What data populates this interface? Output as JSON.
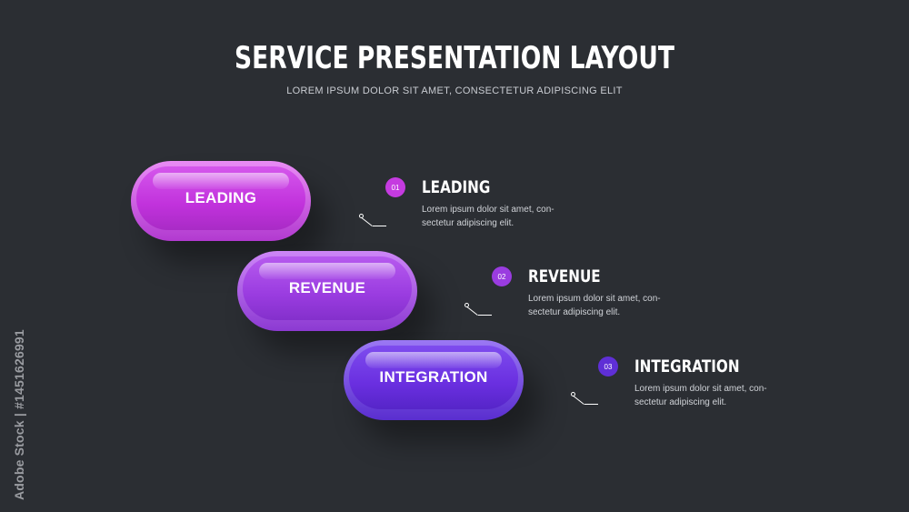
{
  "header": {
    "title": "SERVICE PRESENTATION LAYOUT",
    "subtitle": "LOREM IPSUM DOLOR SIT AMET, CONSECTETUR ADIPISCING ELIT"
  },
  "steps": [
    {
      "pill_label": "LEADING",
      "number": "01",
      "title": "LEADING",
      "description": "Lorem ipsum dolor sit amet, con-sectetur adipiscing elit.",
      "color": "#c53be0"
    },
    {
      "pill_label": "REVENUE",
      "number": "02",
      "title": "REVENUE",
      "description": "Lorem ipsum dolor sit amet, con-sectetur adipiscing elit.",
      "color": "#9a3ce0"
    },
    {
      "pill_label": "INTEGRATION",
      "number": "03",
      "title": "INTEGRATION",
      "description": "Lorem ipsum dolor sit amet, con-sectetur adipiscing elit.",
      "color": "#5f2fd6"
    }
  ],
  "watermark": {
    "text": "Adobe Stock | #1451626991"
  },
  "colors": {
    "background": "#2b2e33"
  }
}
